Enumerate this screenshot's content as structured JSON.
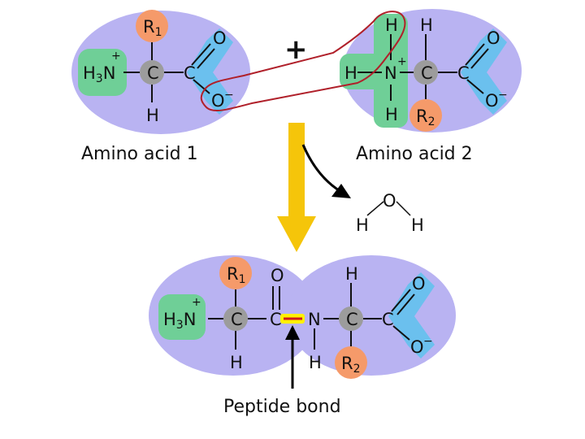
{
  "colors": {
    "molecule_bg": "#b9b3f2",
    "amino_group": "#6fcf97",
    "carboxyl_group": "#6bc0ee",
    "r_group": "#f59a6a",
    "alpha_carbon": "#9c9c9c",
    "water_removed_outline": "#b0202a",
    "reaction_arrow": "#f5c50a",
    "peptide_bond_highlight": "#fff000"
  },
  "labels": {
    "amino_acid_1": "Amino acid 1",
    "amino_acid_2": "Amino acid 2",
    "peptide_bond": "Peptide bond",
    "plus": "+"
  },
  "atoms": {
    "r": "R",
    "r1_sub": "1",
    "r2_sub": "2",
    "c": "C",
    "h": "H",
    "n": "N",
    "o": "O",
    "h3": "H",
    "h3_sub": "3",
    "plus_charge": "+",
    "minus_charge": "−"
  }
}
